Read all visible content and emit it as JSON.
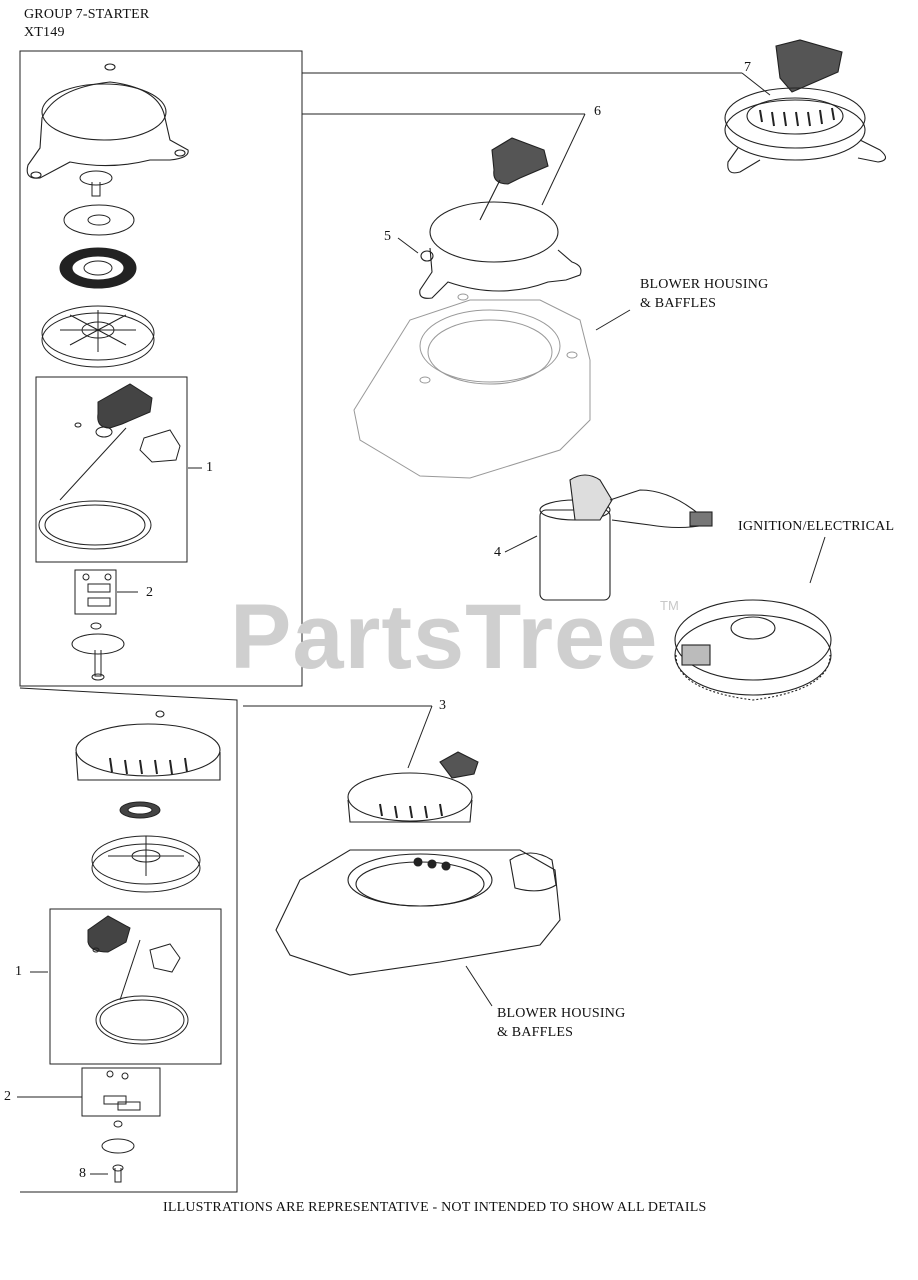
{
  "header": {
    "group": "GROUP 7-STARTER",
    "model": "XT149"
  },
  "callouts": {
    "c7": "7",
    "c6": "6",
    "c5": "5",
    "c4": "4",
    "c3": "3",
    "c1_top": "1",
    "c2_top": "2",
    "c1_bottom": "1",
    "c2_bottom": "2",
    "c8": "8"
  },
  "labels": {
    "blower_housing_top": [
      "BLOWER HOUSING",
      "& BAFFLES"
    ],
    "ignition": "IGNITION/ELECTRICAL",
    "blower_housing_bottom": [
      "BLOWER HOUSING",
      "& BAFFLES"
    ]
  },
  "watermark": {
    "text": "PartsTree",
    "mark": "TM"
  },
  "footer": "ILLUSTRATIONS ARE REPRESENTATIVE - NOT INTENDED TO SHOW ALL DETAILS"
}
